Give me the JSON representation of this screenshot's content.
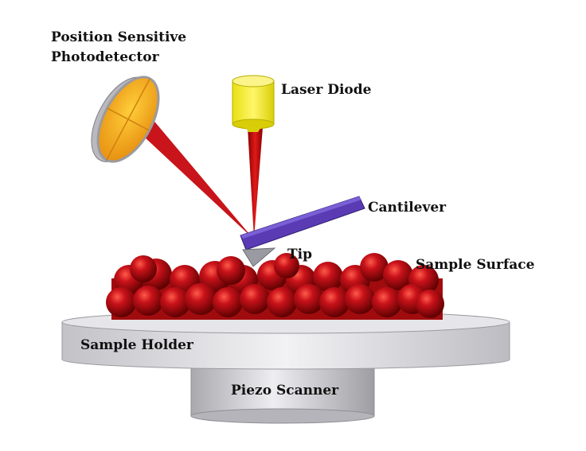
{
  "labels": {
    "psd_line1": "Position Sensitive",
    "psd_line2": "Photodetector",
    "laser_diode": "Laser Diode",
    "cantilever": "Cantilever",
    "tip": "Tip",
    "sample_surface": "Sample Surface",
    "sample_holder": "Sample Holder",
    "piezo_scanner": "Piezo Scanner"
  },
  "colors": {
    "laser_beam": "#c8141a",
    "laser_diode_body": "#f2e21a",
    "photodetector_face": "#f1a81c",
    "cantilever": "#5a3bb4",
    "sample_spheres": "#b00d10",
    "holder_platform": "#d4d4d8",
    "scanner_cylinder": "#d2d2d6"
  }
}
